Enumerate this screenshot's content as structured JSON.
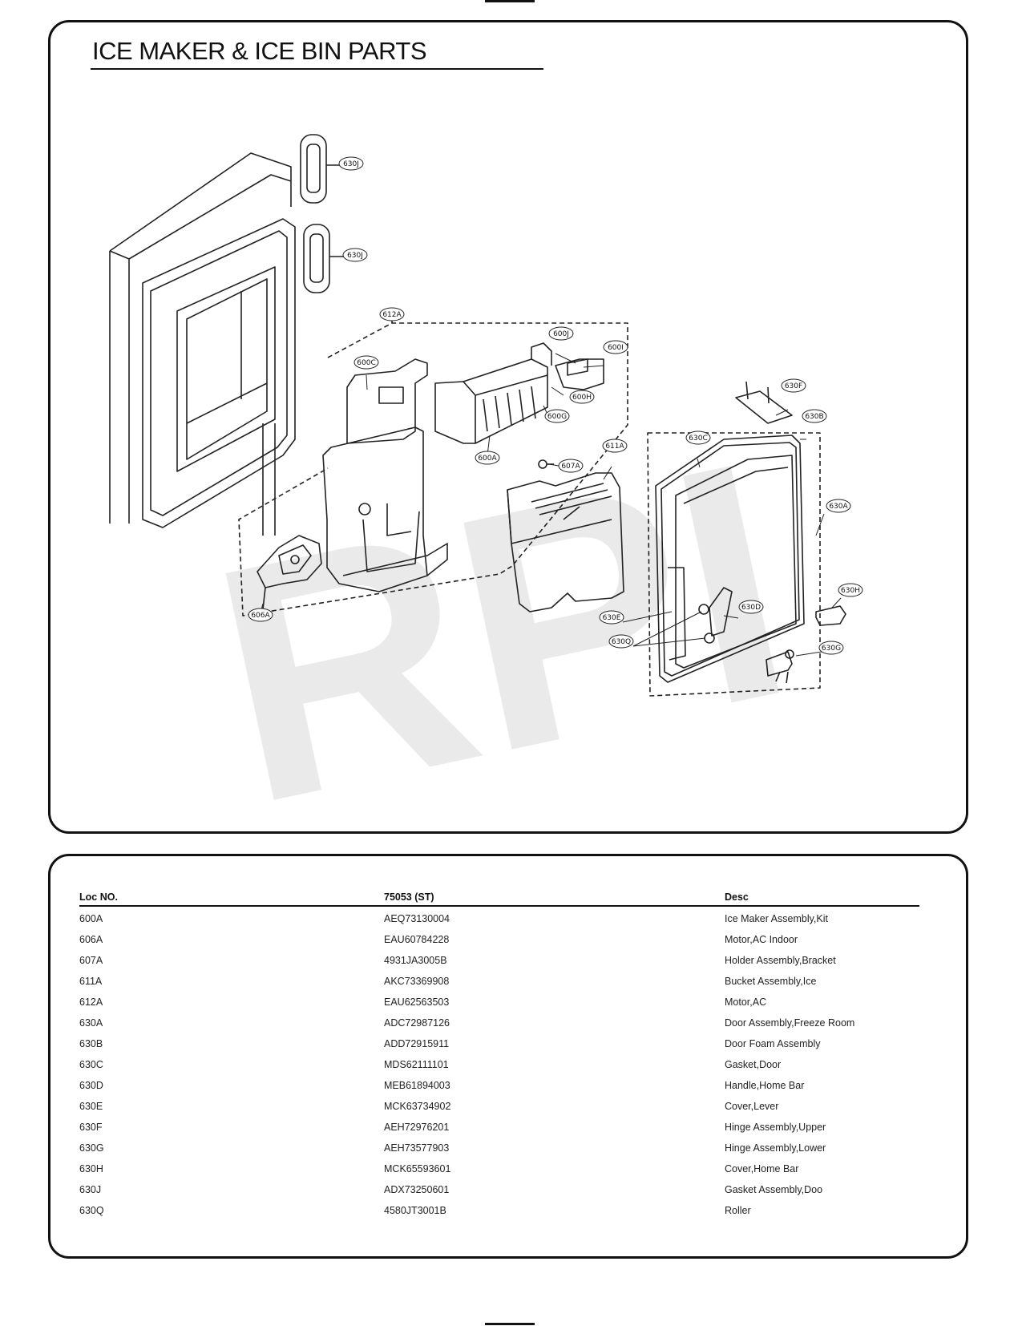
{
  "title": "ICE MAKER & ICE BIN PARTS",
  "watermark": "RPI",
  "callouts": [
    "630J",
    "630J",
    "612A",
    "600J",
    "600I",
    "600C",
    "600H",
    "600G",
    "600A",
    "607A",
    "611A",
    "630F",
    "630B",
    "630C",
    "630A",
    "630H",
    "630D",
    "630E",
    "630Q",
    "630G",
    "606A"
  ],
  "parts_table": {
    "headers": {
      "loc": "Loc NO.",
      "part": "75053 (ST)",
      "desc": "Desc"
    },
    "rows": [
      {
        "loc": "600A",
        "part": "AEQ73130004",
        "desc": "Ice Maker Assembly,Kit"
      },
      {
        "loc": "606A",
        "part": "EAU60784228",
        "desc": "Motor,AC Indoor"
      },
      {
        "loc": "607A",
        "part": "4931JA3005B",
        "desc": "Holder Assembly,Bracket"
      },
      {
        "loc": "611A",
        "part": "AKC73369908",
        "desc": "Bucket Assembly,Ice"
      },
      {
        "loc": "612A",
        "part": "EAU62563503",
        "desc": "Motor,AC"
      },
      {
        "loc": "630A",
        "part": "ADC72987126",
        "desc": "Door Assembly,Freeze Room"
      },
      {
        "loc": "630B",
        "part": "ADD72915911",
        "desc": "Door Foam Assembly"
      },
      {
        "loc": "630C",
        "part": "MDS62111101",
        "desc": "Gasket,Door"
      },
      {
        "loc": "630D",
        "part": "MEB61894003",
        "desc": "Handle,Home Bar"
      },
      {
        "loc": "630E",
        "part": "MCK63734902",
        "desc": "Cover,Lever"
      },
      {
        "loc": "630F",
        "part": "AEH72976201",
        "desc": "Hinge Assembly,Upper"
      },
      {
        "loc": "630G",
        "part": "AEH73577903",
        "desc": "Hinge Assembly,Lower"
      },
      {
        "loc": "630H",
        "part": "MCK65593601",
        "desc": "Cover,Home Bar"
      },
      {
        "loc": "630J",
        "part": "ADX73250601",
        "desc": "Gasket Assembly,Doo"
      },
      {
        "loc": "630Q",
        "part": "4580JT3001B",
        "desc": "Roller"
      }
    ]
  }
}
